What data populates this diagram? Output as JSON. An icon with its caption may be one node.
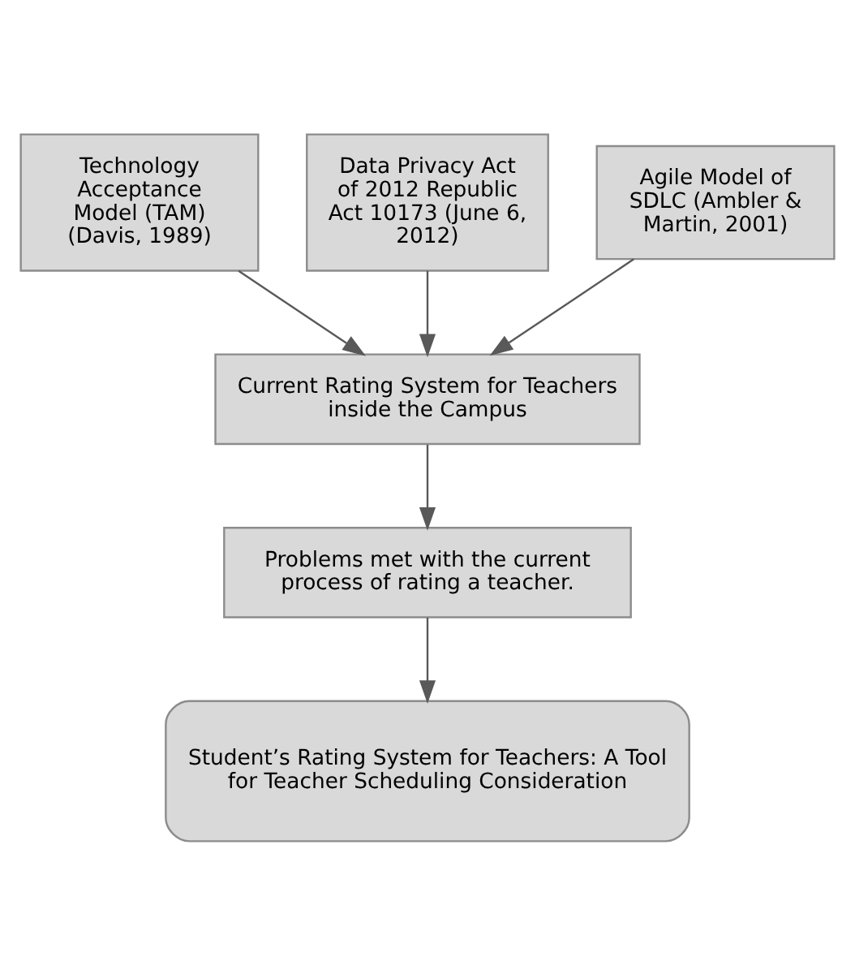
{
  "diagram": {
    "nodes": [
      {
        "text": [
          "Technology Acceptance Model (TAM) (Davis, 1989)"
        ]
      },
      {
        "text": [
          "Data Privacy Act of 2012 Republic Act 10173 (June 6, 2012)"
        ]
      },
      {
        "text": [
          "Agile Model of SDLC (Ambler & Martin, 2001)"
        ]
      },
      {
        "text": [
          "Current Rating System for Teachers inside the Campus"
        ]
      },
      {
        "text": [
          "Problems met with the current process of rating a teacher."
        ]
      },
      {
        "text": [
          "Student’s Rating System for Teachers: A Tool for Teacher Scheduling Consideration"
        ]
      }
    ],
    "edges": [
      {
        "from": 0,
        "to": 3,
        "arrow": "to"
      },
      {
        "from": 1,
        "to": 3,
        "arrow": "to"
      },
      {
        "from": 2,
        "to": 3,
        "arrow": "to"
      },
      {
        "from": 3,
        "to": 4,
        "arrow": "to"
      },
      {
        "from": 4,
        "to": 5,
        "arrow": "to"
      }
    ]
  }
}
